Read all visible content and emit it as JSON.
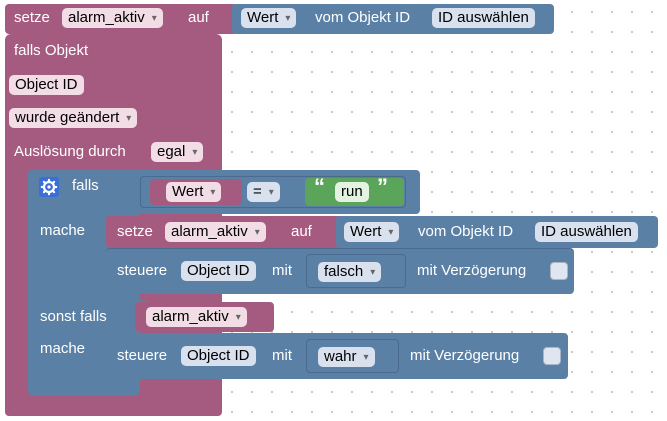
{
  "outer": {
    "setze": "setze",
    "variable": "alarm_aktiv",
    "auf": "auf",
    "value_field": "Wert",
    "from_object": "vom Objekt ID",
    "select_id": "ID auswählen",
    "falls_objekt": "falls Objekt",
    "object_id": "Object ID",
    "changed_mode": "wurde geändert",
    "trigger_label": "Auslösung durch",
    "trigger_value": "egal"
  },
  "if_block": {
    "falls": "falls",
    "field": "Wert",
    "operator": "=",
    "quote_open": "“",
    "string_value": "run",
    "quote_close": "”",
    "mache1": "mache",
    "sonst_falls": "sonst falls",
    "elseif_variable": "alarm_aktiv",
    "mache2": "mache"
  },
  "inner_set": {
    "setze": "setze",
    "variable": "alarm_aktiv",
    "auf": "auf",
    "value_field": "Wert",
    "from_object": "vom Objekt ID",
    "select_id": "ID auswählen"
  },
  "control1": {
    "steuere": "steuere",
    "object_id": "Object ID",
    "mit": "mit",
    "value": "falsch",
    "delay_label": "mit Verzögerung"
  },
  "control2": {
    "steuere": "steuere",
    "object_id": "Object ID",
    "mit": "mit",
    "value": "wahr",
    "delay_label": "mit Verzögerung"
  },
  "colors": {
    "variable_block": "#a55b80",
    "logic_block": "#5b80a5",
    "text_block": "#5ba55b",
    "workspace": "#ffffff"
  },
  "icons": [
    "gear-icon",
    "dropdown-arrow-icon"
  ]
}
